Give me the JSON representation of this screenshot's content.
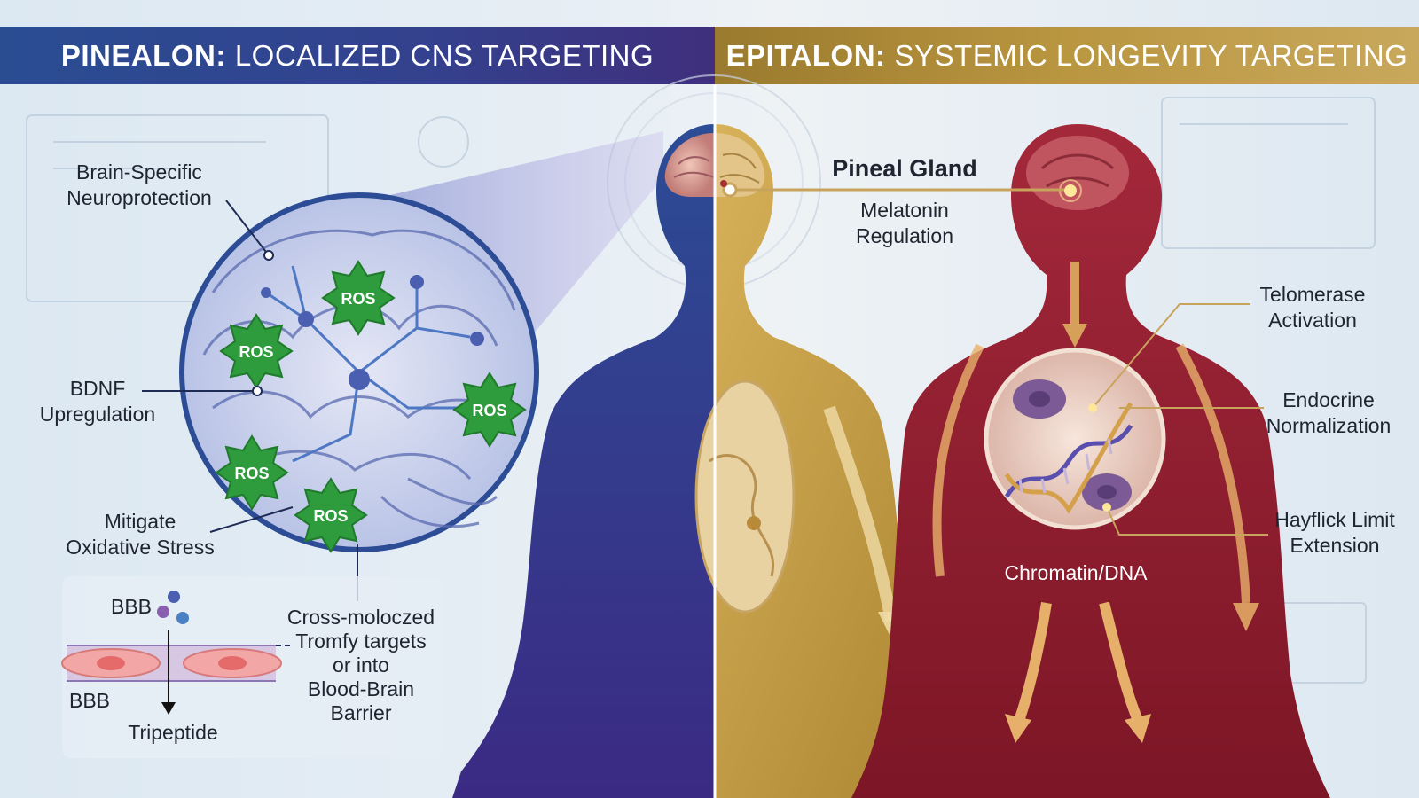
{
  "header": {
    "left": {
      "strong": "PINEALON:",
      "rest": "LOCALIZED CNS TARGETING"
    },
    "right": {
      "strong": "EPITALON:",
      "rest": "SYSTEMIC LONGEVITY TARGETING"
    }
  },
  "left_panel": {
    "brain_specific": "Brain-Specific\nNeuroprotection",
    "bdnf": "BDNF\nUpregulation",
    "mitigate": "Mitigate\nOxidative Stress",
    "ros_labels": [
      "ROS",
      "ROS",
      "ROS",
      "ROS",
      "ROS"
    ],
    "bbb_top": "BBB",
    "bbb_bottom": "BBB",
    "tripeptide": "Tripeptide",
    "cross": "Cross-moloczed\nTromfy targets\nor into\nBlood-Brain\nBarrier"
  },
  "right_panel": {
    "pineal_gland": "Pineal Gland",
    "melatonin": "Melatonin\nRegulation",
    "telomerase": "Telomerase\nActivation",
    "endocrine": "Endocrine\nNormalization",
    "hayflick": "Hayflick Limit\nExtension",
    "chromatin": "Chromatin/DNA"
  },
  "colors": {
    "left_header": "#2a4d92",
    "right_header": "#b99640",
    "left_body": "#2c3d8f",
    "gold_body": "#c19a3e",
    "red_body": "#8e1e2e",
    "ros_star": "#2e9b3c"
  }
}
